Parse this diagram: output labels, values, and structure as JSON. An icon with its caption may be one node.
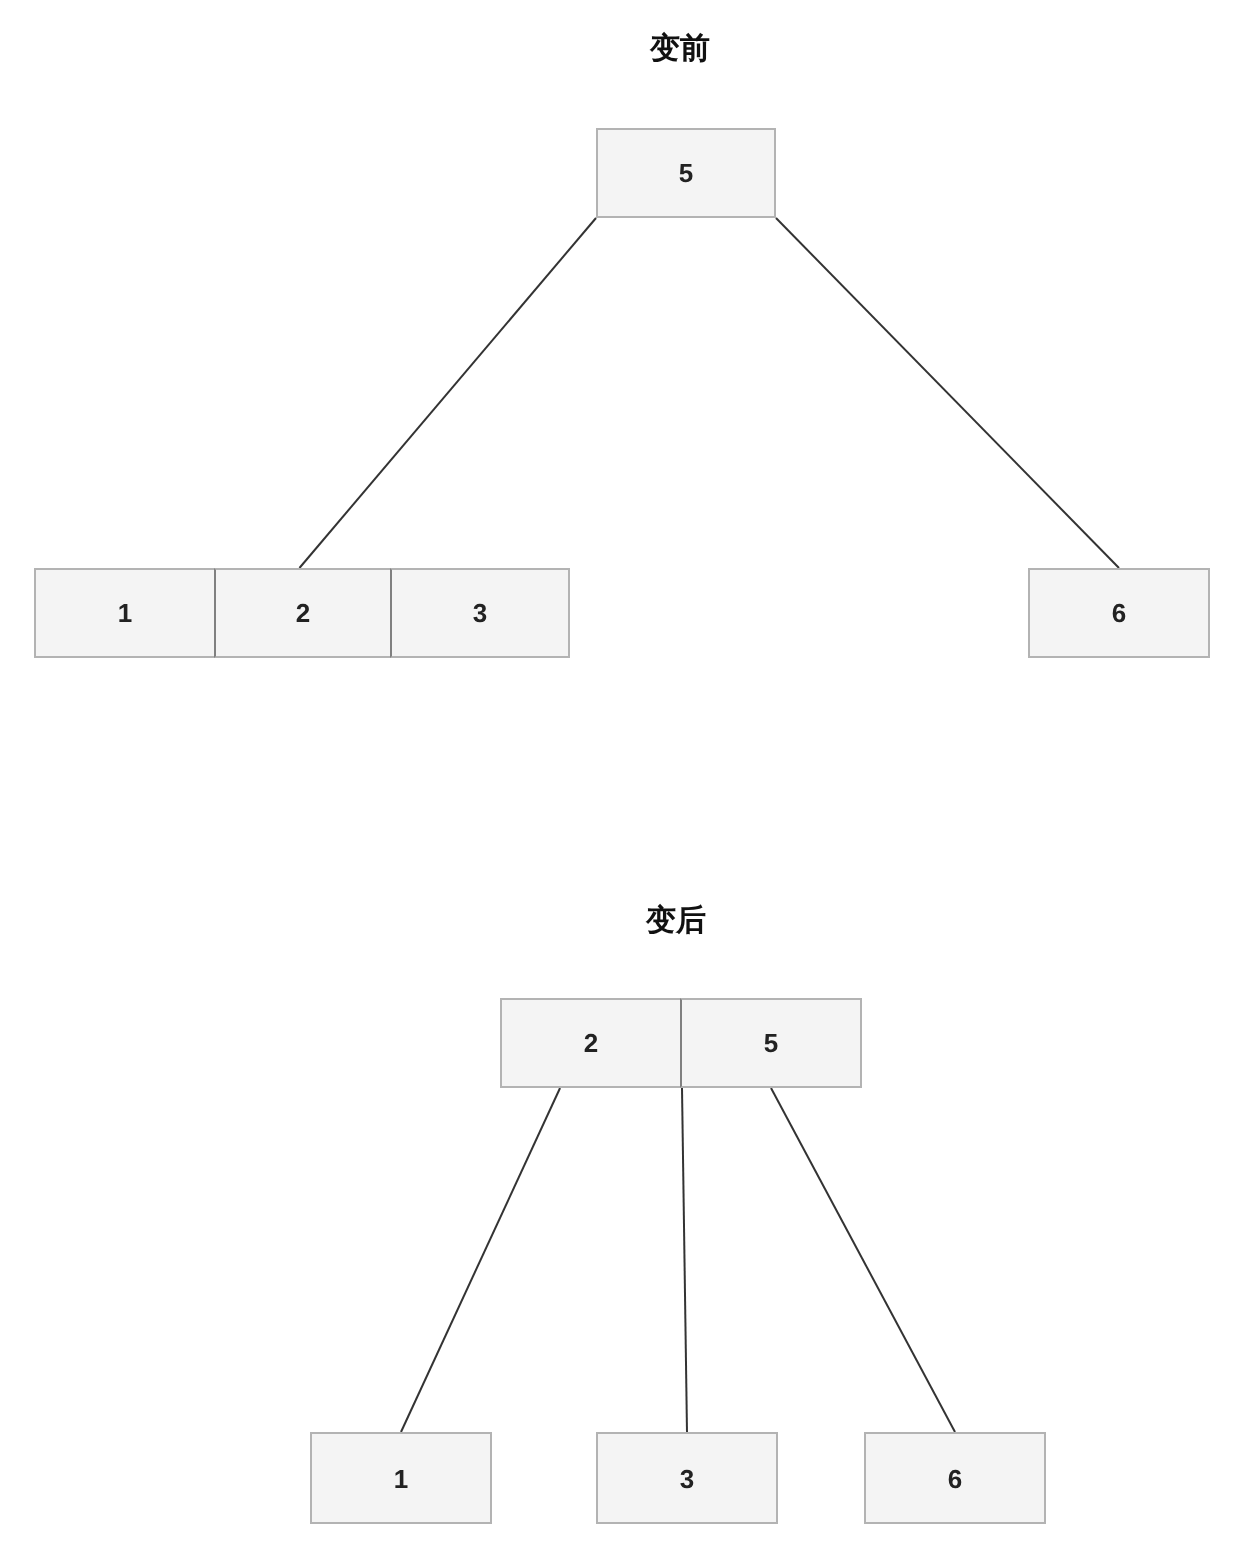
{
  "diagram": {
    "nodes": [
      {
        "text": [
          "5"
        ]
      },
      {
        "text": [
          "1"
        ]
      },
      {
        "text": [
          "2"
        ]
      },
      {
        "text": [
          "3"
        ]
      },
      {
        "text": [
          "6"
        ]
      },
      {
        "text": [
          "2"
        ]
      },
      {
        "text": [
          "5"
        ]
      },
      {
        "text": [
          "1"
        ]
      },
      {
        "text": [
          "3"
        ]
      },
      {
        "text": [
          "6"
        ]
      }
    ],
    "edges": [
      {
        "from": 0,
        "to": 2,
        "arrow": "none"
      },
      {
        "from": 0,
        "to": 4,
        "arrow": "none"
      },
      {
        "from": 5,
        "to": 7,
        "arrow": "none"
      },
      {
        "from": 5,
        "to": 8,
        "arrow": "none"
      },
      {
        "from": 6,
        "to": 9,
        "arrow": "none"
      }
    ],
    "labels": [
      "变前",
      "变后"
    ]
  }
}
